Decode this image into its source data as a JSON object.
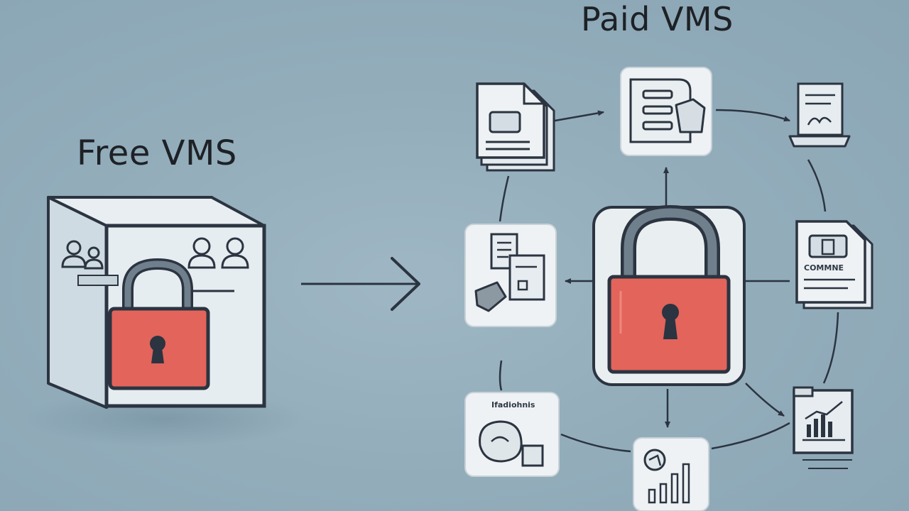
{
  "free": {
    "title": "Free VMS"
  },
  "paid": {
    "title": "Paid VMS",
    "tile_labels": {
      "right_document": "COMMNE",
      "bottom_left_tile": "Ifadiohnis"
    }
  },
  "colors": {
    "background": "#93adbb",
    "outline": "#2b3440",
    "panel_fill": "#e6edf1",
    "tile_fill": "#eef2f4",
    "lock_red": "#e2645b",
    "lock_shackle": "#6f7f8c"
  },
  "icons": {
    "arrow": "arrow-right-icon",
    "lock": "padlock-icon",
    "users": "user-icon"
  }
}
